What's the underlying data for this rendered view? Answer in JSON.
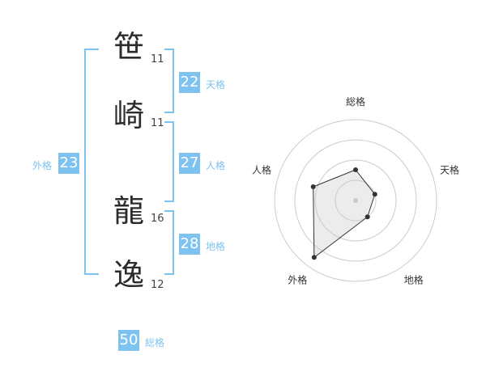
{
  "name": {
    "chars": [
      {
        "kanji": "笹",
        "strokes": "11"
      },
      {
        "kanji": "崎",
        "strokes": "11"
      },
      {
        "kanji": "龍",
        "strokes": "16"
      },
      {
        "kanji": "逸",
        "strokes": "12"
      }
    ]
  },
  "fortunes": {
    "tenkaku": {
      "value": "22",
      "label": "天格"
    },
    "jinkaku": {
      "value": "27",
      "label": "人格"
    },
    "chikaku": {
      "value": "28",
      "label": "地格"
    },
    "gaikaku": {
      "value": "23",
      "label": "外格"
    },
    "soukaku": {
      "value": "50",
      "label": "総格"
    }
  },
  "colors": {
    "accent": "#7ec3ef",
    "fill": "#eeeeee",
    "grid": "#cccccc"
  },
  "chart_data": {
    "type": "radar",
    "axes": [
      "総格",
      "天格",
      "地格",
      "外格",
      "人格"
    ],
    "values": [
      0.38,
      0.25,
      0.25,
      0.87,
      0.55
    ],
    "rings": 4
  }
}
